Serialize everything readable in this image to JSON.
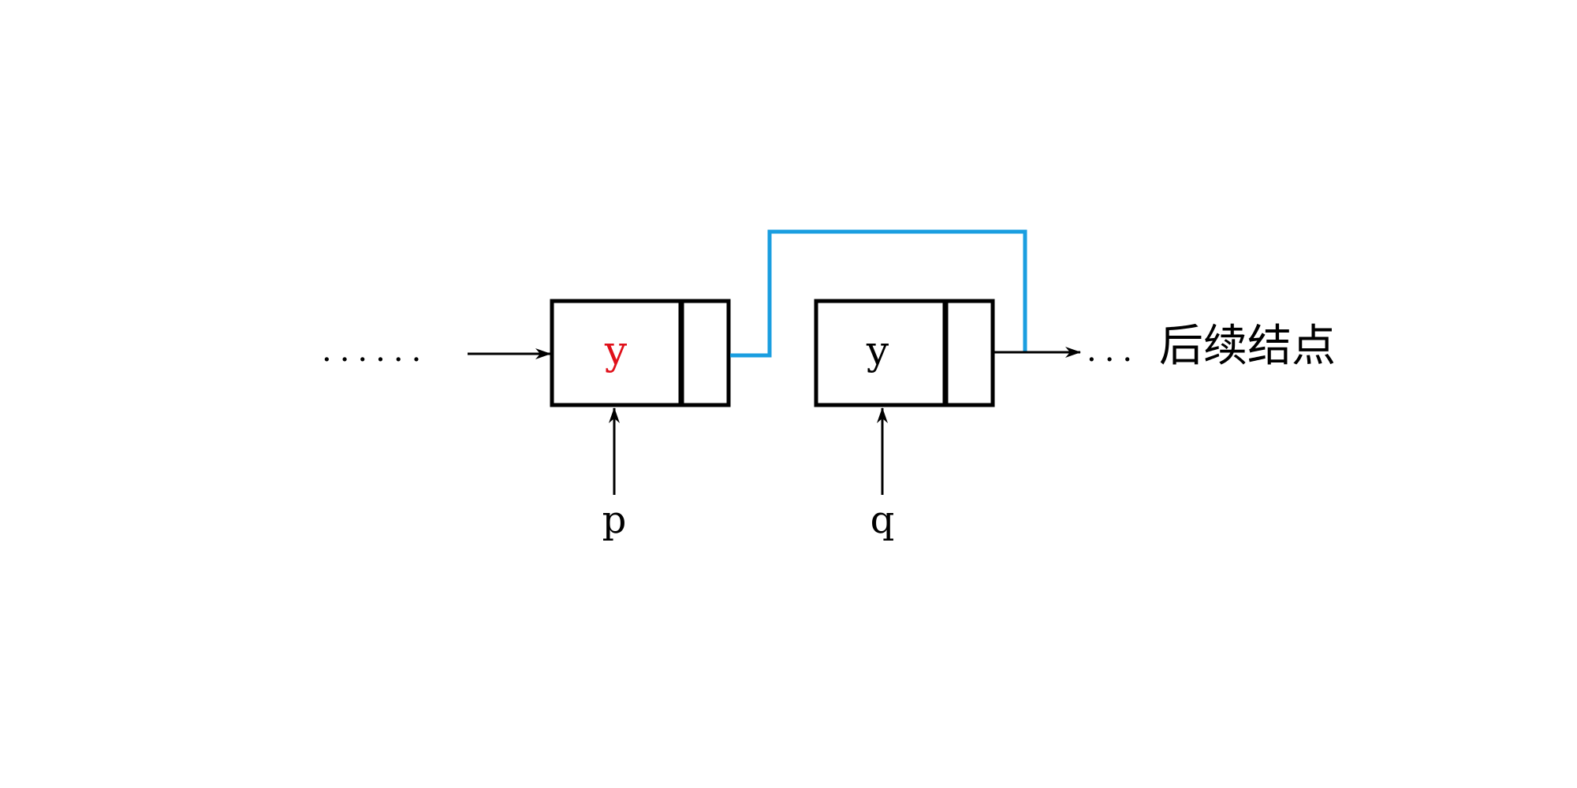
{
  "leading_dots": "......",
  "trailing_dots": "...",
  "trailing_label": "后续结点",
  "nodes": [
    {
      "value": "y",
      "value_color": "#e0101a",
      "pointer": "p"
    },
    {
      "value": "y",
      "value_color": "#000000",
      "pointer": "q"
    }
  ],
  "colors": {
    "relink": "#1a9ee0",
    "stroke": "#000000"
  }
}
